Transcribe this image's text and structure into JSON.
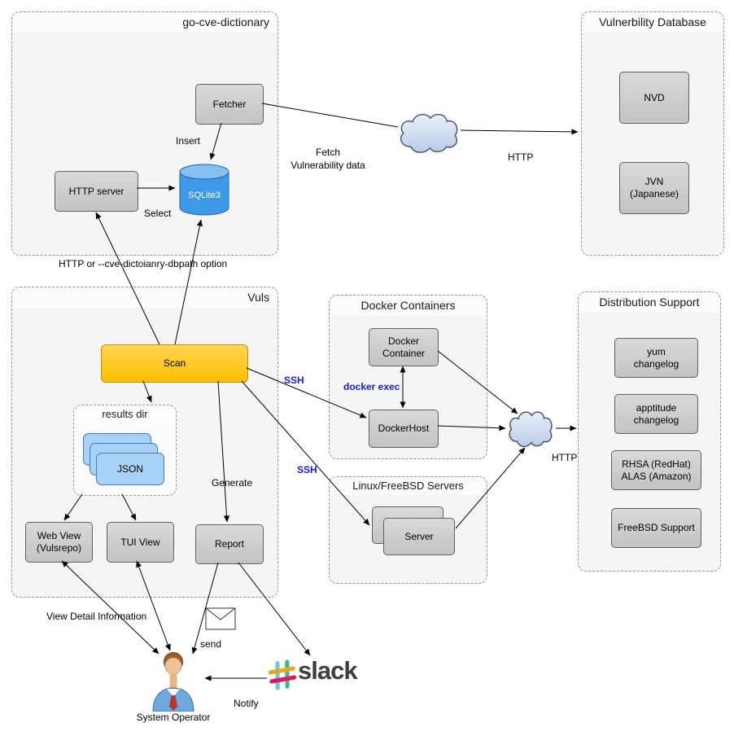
{
  "go_cve_dictionary": {
    "title": "go-cve-dictionary",
    "fetcher": "Fetcher",
    "insert": "Insert",
    "http_server": "HTTP server",
    "sqlite3": "SQLite3",
    "select": "Select",
    "dbpath_note": "HTTP or --cve-dictoianry-dbpath option"
  },
  "vulnerability_database": {
    "title": "Vulnerbility Database",
    "nvd": "NVD",
    "jvn": "JVN\n(Japanese)"
  },
  "network": {
    "fetch_label": "Fetch\nVulnerability data",
    "http_top": "HTTP",
    "http_right": "HTTP"
  },
  "vuls": {
    "title": "Vuls",
    "scan": "Scan",
    "results_dir": "results dir",
    "json": "JSON",
    "generate": "Generate",
    "web_view": "Web View\n(Vulsrepo)",
    "tui_view": "TUI View",
    "report": "Report",
    "ssh_docker": "SSH",
    "ssh_servers": "SSH"
  },
  "docker": {
    "title": "Docker Containers",
    "container": "Docker\nContainer",
    "exec_label": "docker exec",
    "host": "DockerHost"
  },
  "servers": {
    "title": "Linux/FreeBSD Servers",
    "server": "Server"
  },
  "distribution_support": {
    "title": "Distribution Support",
    "yum": "yum\nchangelog",
    "aptitude": "apptitude\nchangelog",
    "rhsa": "RHSA (RedHat)\nALAS (Amazon)",
    "freebsd": "FreeBSD Support"
  },
  "operator": {
    "label": "System Operator",
    "view_detail": "View Detail Information",
    "send": "send",
    "notify": "Notify"
  },
  "slack": {
    "label": "slack"
  },
  "icons": {
    "cloud": "cloud-icon",
    "database": "database-cylinder-icon",
    "envelope": "envelope-icon",
    "person": "system-operator-icon",
    "slack_hash": "slack-hash-icon"
  },
  "colors": {
    "scan_fill": "#FFC20E",
    "node_fill": "#CCCCCC",
    "json_fill": "#A8D1F7",
    "sqlite_fill": "#3E9AE8",
    "cloud_fill": "#C9D6EE",
    "ssh_text": "#1A1AE6",
    "slack_text": "#3F3F3F"
  }
}
